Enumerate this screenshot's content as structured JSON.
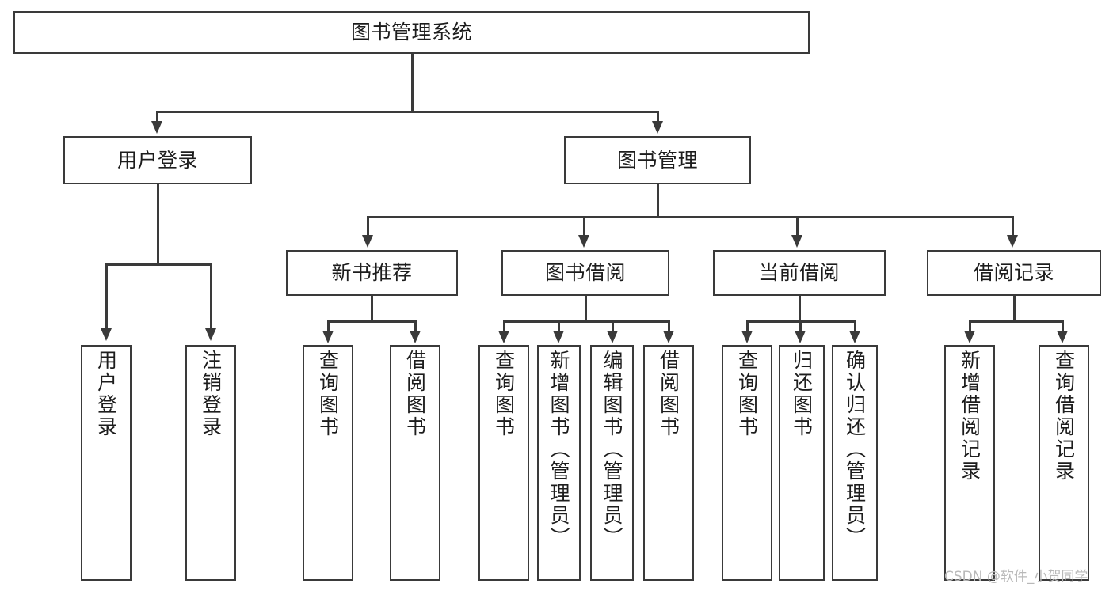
{
  "diagram": {
    "title": "图书管理系统",
    "type": "功能结构图",
    "root": {
      "label": "图书管理系统"
    },
    "level2": [
      {
        "label": "用户登录"
      },
      {
        "label": "图书管理"
      }
    ],
    "level3": [
      {
        "label": "新书推荐"
      },
      {
        "label": "图书借阅"
      },
      {
        "label": "当前借阅"
      },
      {
        "label": "借阅记录"
      }
    ],
    "leaves": {
      "user_login": [
        {
          "label": "用户登录"
        },
        {
          "label": "注销登录"
        }
      ],
      "new_book_recommend": [
        {
          "label": "查询图书"
        },
        {
          "label": "借阅图书"
        }
      ],
      "book_borrow": [
        {
          "label": "查询图书"
        },
        {
          "label": "新增图书（管理员）"
        },
        {
          "label": "编辑图书（管理员）"
        },
        {
          "label": "借阅图书"
        }
      ],
      "current_borrow": [
        {
          "label": "查询图书"
        },
        {
          "label": "归还图书"
        },
        {
          "label": "确认归还（管理员）"
        }
      ],
      "borrow_record": [
        {
          "label": "新增借阅记录"
        },
        {
          "label": "查询借阅记录"
        }
      ]
    }
  },
  "watermark": {
    "text": "CSDN @软件_小贺同学"
  },
  "colors": {
    "stroke": "#3a3a3a",
    "text": "#1d1d1d",
    "background": "#ffffff",
    "watermark": "#b9b9b9"
  }
}
